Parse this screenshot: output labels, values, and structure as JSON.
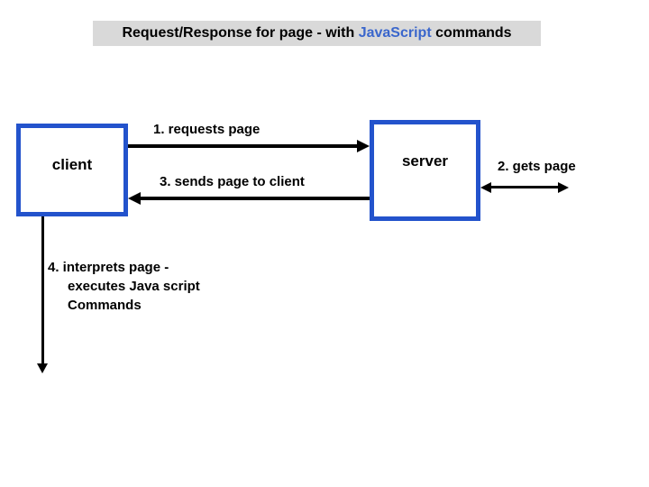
{
  "title": {
    "prefix": "Request/Response for page - with ",
    "highlight": "JavaScript",
    "suffix": " commands"
  },
  "nodes": {
    "client": {
      "label": "client"
    },
    "server": {
      "label": "server"
    }
  },
  "labels": {
    "step1": "1. requests page",
    "step2": "2. gets page",
    "step3": "3. sends page to client",
    "step4_line1": "4. interprets page -",
    "step4_line2": "executes Java script",
    "step4_line3": "Commands"
  },
  "colors": {
    "background": "#ffffff",
    "title_bg": "#d9d9d9",
    "title_highlight": "#3a66cc",
    "box_border": "#2353cc",
    "arrow": "#000000",
    "text": "#000000"
  }
}
